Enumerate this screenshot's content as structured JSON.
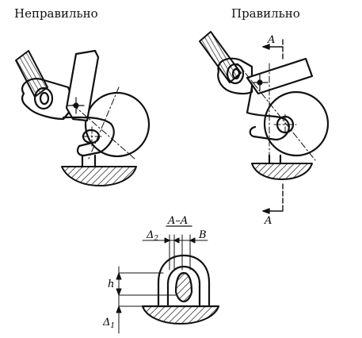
{
  "labels": {
    "wrong": "Неправильно",
    "right": "Правильно",
    "section_top": "A",
    "section_bottom": "A",
    "section_title": "A–A",
    "delta2": "Δ",
    "delta2_sub": "2",
    "b": "B",
    "h": "h",
    "delta1": "Δ",
    "delta1_sub": "1"
  }
}
